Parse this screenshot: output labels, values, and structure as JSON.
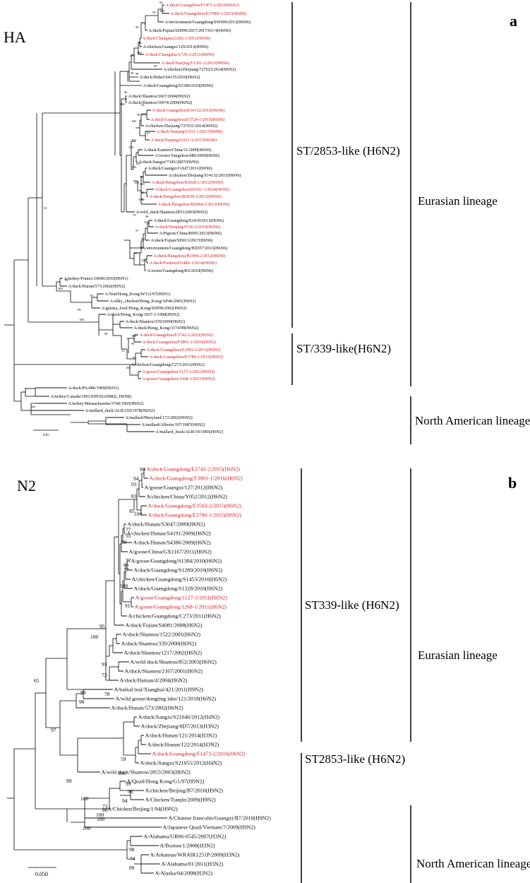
{
  "panels": {
    "a": {
      "letter": "a",
      "title": "HA",
      "scale_label": "0.05",
      "clades": [
        {
          "id": "st2853",
          "label": "ST/2853-like (H6N2)"
        },
        {
          "id": "st339",
          "label": "ST/339-like(H6N2)"
        },
        {
          "id": "eur",
          "label": "Eurasian lineage"
        },
        {
          "id": "na",
          "label": "North American lineage"
        }
      ],
      "taxa": [
        {
          "name": "A/duck/Guangzhou/F1473-2/2016(H6N2)",
          "red": true
        },
        {
          "name": "A/duck/Guangzhou/E37981-1/2015(H6N6)",
          "red": true
        },
        {
          "name": "A/environment/Guangdong/SW099/2013(H6N6)",
          "red": false
        },
        {
          "name": "A/duck/Fujian/SD099/2017/2017/03//4(H6N6)",
          "red": false
        },
        {
          "name": "A/duck/Changsha/2282-1/2011(H6N6)",
          "red": true
        },
        {
          "name": "A/chicken/Guangxi/129/2013(H6N6)",
          "red": false
        },
        {
          "name": "A/duck/Changsha/A729-2/2011(H6N6)",
          "red": true
        },
        {
          "name": "A/duck/Nanjing/E1201-2/2015(H6N6)",
          "red": true
        },
        {
          "name": "A/chicken/Zhejiang/727023/2014(H6N2)",
          "red": false
        },
        {
          "name": "A/duck/Hubei/S4135/2010(H6N2)",
          "red": false
        },
        {
          "name": "A/duck/Guangdong/S3180/2010(H6N6)",
          "red": false
        },
        {
          "name": "A/duck/Shantou/3667/2004(H6N2)",
          "red": false
        },
        {
          "name": "A/duck/Shantou/10074/2006(H6N2)",
          "red": false
        },
        {
          "name": "A/duck/Guangzhou/E34152/2015(H6N6)",
          "red": true
        },
        {
          "name": "A/duck/Guangzhou/E3724-1/2015(H6N6)",
          "red": true
        },
        {
          "name": "A/chicken/Zhejiang/727031/2014(H6N2)",
          "red": false
        },
        {
          "name": "A/duck/Nanjing/G931-1/2017(H6N6)",
          "red": true
        },
        {
          "name": "A/duck/Nanjing/G911-1/2017(H6N6)",
          "red": true
        },
        {
          "name": "A/duck/Eastern/China/11/2009(H6N6)",
          "red": false
        },
        {
          "name": "A/swine/Yangzhou/080/2009(H6N6)",
          "red": false
        },
        {
          "name": "A/duck/Jiangxi/7343/2007(H6N6)",
          "red": false
        },
        {
          "name": "A/duck/Guangxi/GXd7/2011(H6N6)",
          "red": false
        },
        {
          "name": "A/chicken/Zhejiang/S14132/2015(H6N6)",
          "red": false
        },
        {
          "name": "A/duck/Hangzhou/B2028-1/2012(H6N6)",
          "red": true
        },
        {
          "name": "A/duck/Guangzhou/D1501-1/2014(H6N6)",
          "red": true
        },
        {
          "name": "A/duck/Hangzhou/B2039-2/2012(H6N6)",
          "red": true
        },
        {
          "name": "A/duck/Hangzhou/B2044-2/2012(H6N6)",
          "red": true
        },
        {
          "name": "A/wild_duck/Shantou/2853/2003(H6N2)",
          "red": false
        },
        {
          "name": "A/duck/Guangdong/S1419/2011(H6N6)",
          "red": false
        },
        {
          "name": "A/duck/Nanjing/F336-2/2016(H6N6)",
          "red": true
        },
        {
          "name": "A/Pigeon/China/R095/2013(H6N6)",
          "red": false
        },
        {
          "name": "A/duck/Fujian/SD013/2017(H6N6)",
          "red": false
        },
        {
          "name": "A/environment/Guangdong/HZ057/2013(H6N6)",
          "red": false
        },
        {
          "name": "A/duck/Hangzhou/B1994-2/2012(H6N6)",
          "red": true
        },
        {
          "name": "A/duck/Fuzhou/D3480-1/2014(H6N6)",
          "red": true
        },
        {
          "name": "A/swine/Guangdong/K6/2010(H6N6)",
          "red": false
        },
        {
          "name": "A/turkey/France/10040/2010(H6N1)",
          "red": false
        },
        {
          "name": "A/duck/Hunan/573/2002(H6N2)",
          "red": false
        },
        {
          "name": "A/Teal/Hong_Kong/W312/97(H6N1)",
          "red": false
        },
        {
          "name": "A/silky_chicken/Hong_Kong/AP46/2001(H6N2)",
          "red": false
        },
        {
          "name": "A/guinea_fowl/Hong_Kong/SSP99/2002(H6N2)",
          "red": false
        },
        {
          "name": "A/duck/Hong_Kong/1037-1/1998(H6N2)",
          "red": false
        },
        {
          "name": "A/duck/Shantou/339/2000(H6N2)",
          "red": false
        },
        {
          "name": "A/duck/Hong_Kong/3174/99(H6N2)",
          "red": false
        },
        {
          "name": "A/duck/Guangzhou/E3742-2/2015(H6N2)",
          "red": true
        },
        {
          "name": "A/duck/Guangzhou/F3891-1/2016(H6N2)",
          "red": true
        },
        {
          "name": "A/duck/Guangzhou/E3503-2/2015(H6N2)",
          "red": true
        },
        {
          "name": "A/duck/Guangzhou/E3780-1/2015(H6N2)",
          "red": true
        },
        {
          "name": "A/chicken/Guangdong/C273/2011(H6N2)",
          "red": false
        },
        {
          "name": "A/goose/Guangzhou/1127-1/2011(H6N2)",
          "red": true
        },
        {
          "name": "A/goose/Guangzhou/1268-1/2011(H6N2)",
          "red": true
        },
        {
          "name": "A/duck/PA/486/1969(H6N1)",
          "red": false
        },
        {
          "name": "A/turkey/Canada/1963/EPI!SL69982(_H6N8)",
          "red": false
        },
        {
          "name": "A/turkey/Massachusetts/3740/1965(H6N2)",
          "red": false
        },
        {
          "name": "A/mallard_duck/ALB/250/1978(H6N2)",
          "red": false
        },
        {
          "name": "A/mallard/Maryland/172/2002(H6N2)",
          "red": false
        },
        {
          "name": "A/mallard/Alberta/197/1987(H6N2)",
          "red": false
        },
        {
          "name": "A/mallard_duck/ALB/10/1985(H6N2)",
          "red": false
        }
      ],
      "support": [
        "64",
        "100",
        "99",
        "73",
        "99",
        "76",
        "100",
        "99",
        "99",
        "100",
        "99",
        "86",
        "100",
        "54",
        "100",
        "99",
        "100",
        "67",
        "100",
        "100",
        "100",
        "100",
        "100",
        "99",
        "100",
        "98",
        "99",
        "100",
        "79",
        "96",
        "100",
        "97",
        "98",
        "63",
        "99",
        "100",
        "52",
        "98",
        "100",
        "83",
        "99",
        "100",
        "100",
        "98",
        "99",
        "53",
        "99",
        "100"
      ]
    },
    "b": {
      "letter": "b",
      "title": "N2",
      "scale_label": "0.050",
      "clades": [
        {
          "id": "st339b",
          "label": "ST339-like (H6N2)"
        },
        {
          "id": "st2853b",
          "label": "ST2853-like (H6N2)"
        },
        {
          "id": "eurb",
          "label": "Eurasian lineage"
        },
        {
          "id": "nab",
          "label": "North American lineage"
        }
      ],
      "taxa": [
        {
          "name": "A/duck/Guangdong/E3742-2/2015(H6N2)",
          "red": true
        },
        {
          "name": "A/duck/Guangdong/F3891-1/2016(H6N2)",
          "red": true
        },
        {
          "name": "A/goose/Guangxi/127/2012(H6N2)",
          "red": false
        },
        {
          "name": "A/chicken/China/Y052/2012(H6N2)",
          "red": false
        },
        {
          "name": "A/duck/Guangdong/E3503-2/2015(H6N2)",
          "red": true
        },
        {
          "name": "A/duck/Guangdong/E3780-1/2015(H6N2)",
          "red": true
        },
        {
          "name": "A/duck/Hunan/S3047/2009(H6N2)",
          "red": false
        },
        {
          "name": "A/chicken/Hunan/S4191/2009(H6N2)",
          "red": false
        },
        {
          "name": "A/duck/Hunan/S4386/2009(H6N2)",
          "red": false
        },
        {
          "name": "A/goose/China/GX1167/2011(H6N2)",
          "red": false
        },
        {
          "name": "A/goose/Guangdong/S1384/2010(H6N2)",
          "red": false
        },
        {
          "name": "A/duck/Guangdong/S1289/2010(H6N2)",
          "red": false
        },
        {
          "name": "A/chicken/Guangdong/S1453/2010(H6N2)",
          "red": false
        },
        {
          "name": "A/duck/Guangdong/S1328/2010(H6N2)",
          "red": false
        },
        {
          "name": "A/goose/Guangdong/1127-1/2011(H6N2)",
          "red": true
        },
        {
          "name": "A/goose/Guangdong/1268-1/2011(H6N2)",
          "red": true
        },
        {
          "name": "A/chicken/Guangdong/C273/2011(H6N2)",
          "red": false
        },
        {
          "name": "A/duck/Fujian/S4081/2008(H6N2)",
          "red": false
        },
        {
          "name": "A/duck/Shantou/1522/2001(H6N2)",
          "red": false
        },
        {
          "name": "A/duck/Shantou/339/2000(H6N2)",
          "red": false
        },
        {
          "name": "A/duck/Shantou/1217/2002(H6N2)",
          "red": false
        },
        {
          "name": "A/wild duck/Shantou/852/2003(H6N2)",
          "red": false
        },
        {
          "name": "A/duck/Shantou/2167/2001(H6N2)",
          "red": false
        },
        {
          "name": "A/duck/Hainan/4/2004(H6N2)",
          "red": false
        },
        {
          "name": "A/baikal teal/Xianghai/421/2011(H9N2)",
          "red": false
        },
        {
          "name": "A/wild goose/dongting lake/121/2018(H6N2)",
          "red": false
        },
        {
          "name": "A/duck/Hunan/573/2002(H6N2)",
          "red": false
        },
        {
          "name": "A/duck/Jiangxi/S21046/2012(H4N2)",
          "red": false
        },
        {
          "name": "A/duck/Zhejiang/6D7/2013(H3N2)",
          "red": false
        },
        {
          "name": "A/duck/Hunan/121/2014(H3N2)",
          "red": false
        },
        {
          "name": "A/duck/Hunan/122/2014(H3N2)",
          "red": false
        },
        {
          "name": "A/duck/Guangdong/F1473-2/2016(H6N2)",
          "red": true
        },
        {
          "name": "A/duck/Jiangxi/S21055/2012(H4N2)",
          "red": false
        },
        {
          "name": "A/wild duck/Shantou/2853/2003(H6N2)",
          "red": false
        },
        {
          "name": "A/Quail/Hong Kong/G1/97(H9N2)",
          "red": false
        },
        {
          "name": "A/chicken/Beijing/B7/2010(H9N2)",
          "red": false
        },
        {
          "name": "A/Chicken/Tianjin/2009(H9N2)",
          "red": false
        },
        {
          "name": "A/Chicken/Beijing/1/94(H9N2)",
          "red": false
        },
        {
          "name": "A/Chinese francolin/Guangxi/B7/2010(H9N2)",
          "red": false
        },
        {
          "name": "A/Japanese Quail/Vietnam/7/2009(H9N2)",
          "red": false
        },
        {
          "name": "A/Alabama/UR06-0545/2007(H3N2)",
          "red": false
        },
        {
          "name": "A/Boston/1/2008(H3N2)",
          "red": false
        },
        {
          "name": "A/Arkansas/WRAIR1251P/2009(H3N2)",
          "red": false
        },
        {
          "name": "A/Alabama/01/2011(H3N2)",
          "red": false
        },
        {
          "name": "A/Alaska/04/2008(H3N2)",
          "red": false
        }
      ],
      "support": [
        "99",
        "94",
        "93",
        "83",
        "85",
        "100",
        "77",
        "55",
        "90",
        "77",
        "86",
        "77",
        "100",
        "91",
        "95",
        "100",
        "93",
        "72",
        "78",
        "65",
        "99",
        "90",
        "97",
        "59",
        "100",
        "99",
        "96",
        "94",
        "99",
        "100",
        "73",
        "86",
        "100",
        "100",
        "100",
        "98",
        "74",
        "89"
      ]
    }
  }
}
